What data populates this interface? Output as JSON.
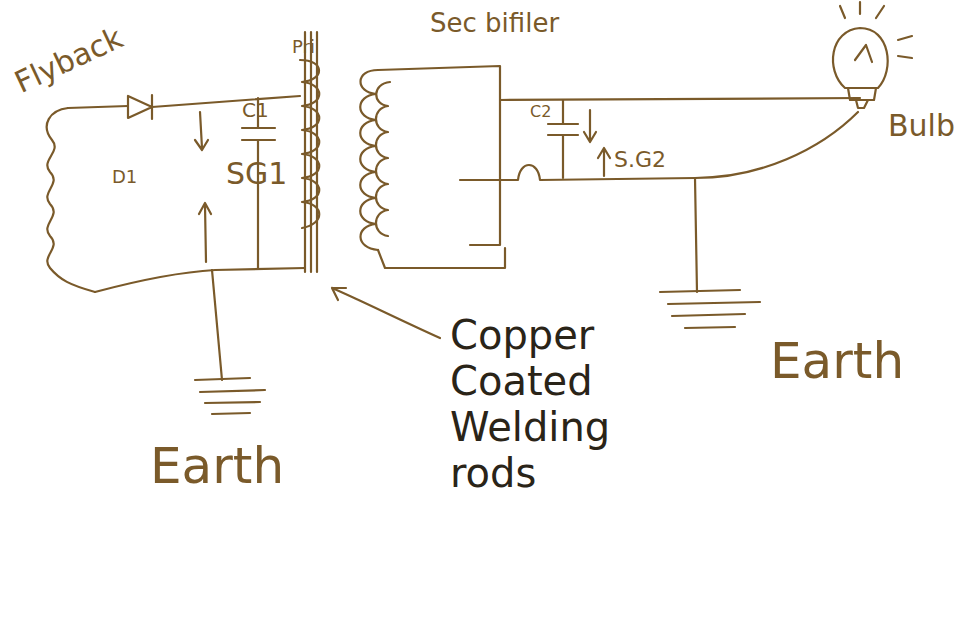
{
  "diagram": {
    "labels": [
      "Flyback",
      "D1",
      "C1",
      "SG1",
      "Pri",
      "Sec bifiler",
      "C2",
      "S.G2",
      "Bulb",
      "Earth",
      "Earth",
      "Copper Coated Welding rods"
    ]
  }
}
